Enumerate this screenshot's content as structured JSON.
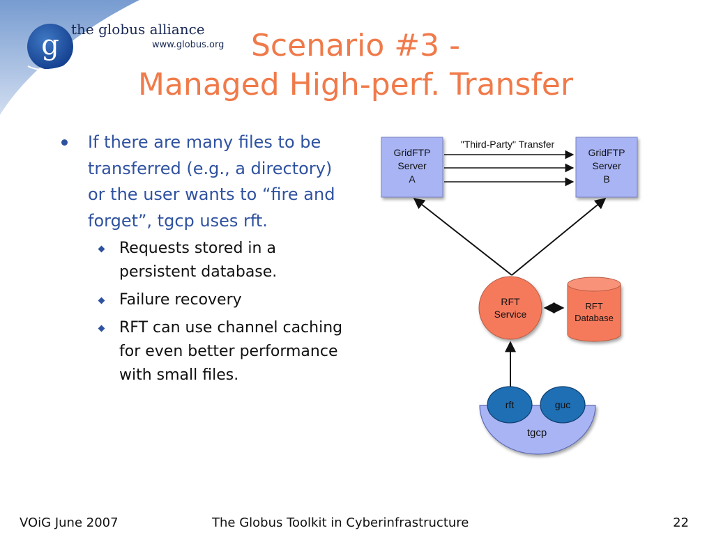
{
  "logo": {
    "name": "the globus alliance",
    "url": "www.globus.org",
    "letter": "g"
  },
  "title": {
    "line1": "Scenario #3 -",
    "line2": "Managed High-perf. Transfer"
  },
  "bullets": {
    "main": "If there are many files to be transferred (e.g., a directory) or the user wants to “fire and forget”, tgcp uses rft.",
    "sub": [
      "Requests stored in a persistent database.",
      "Failure recovery",
      "RFT can use channel caching for even better performance with small files."
    ]
  },
  "diagram": {
    "transfer_label": "\"Third-Party\" Transfer",
    "server_a": [
      "GridFTP",
      "Server",
      "A"
    ],
    "server_b": [
      "GridFTP",
      "Server",
      "B"
    ],
    "rft_service": [
      "RFT",
      "Service"
    ],
    "rft_database": [
      "RFT",
      "Database"
    ],
    "rft_client": "rft",
    "guc_client": "guc",
    "tgcp": "tgcp",
    "colors": {
      "server_fill": "#a8b4f4",
      "service_fill": "#f57a5c",
      "client_fill": "#1f6fb4",
      "tgcp_fill": "#a8b4f4"
    }
  },
  "footer": {
    "left": "VOiG June 2007",
    "center": "The Globus Toolkit in Cyberinfrastructure",
    "page": "22"
  }
}
